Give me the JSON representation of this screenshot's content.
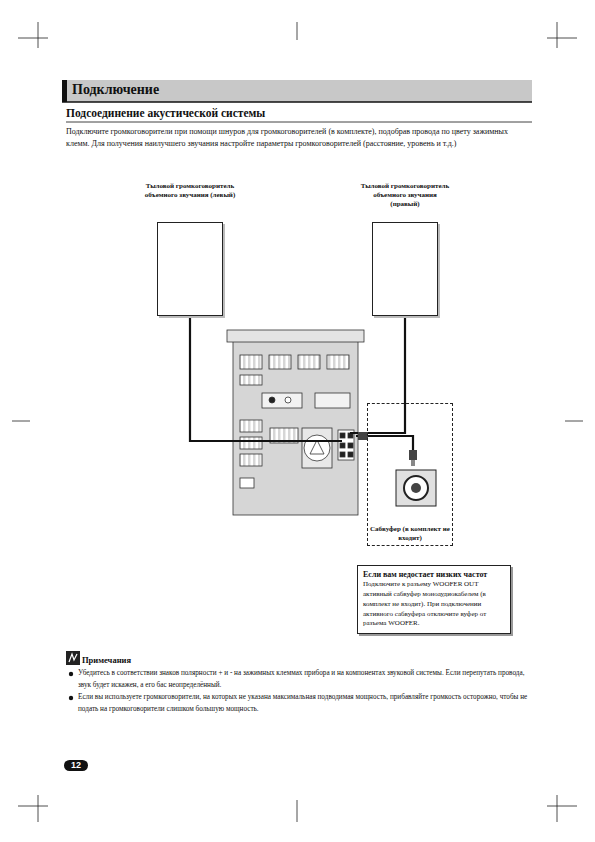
{
  "diagram": {
    "title": "Подключение",
    "nodes": [
      {
        "text": [
          "Тыловой громкоговоритель объемного звучания (левый)"
        ]
      },
      {
        "text": [
          "Тыловой громкоговоритель объемного звучания (правый)"
        ]
      },
      {
        "text": [
          "Сабвуфер (в комплект не входит)"
        ]
      },
      {
        "text": [
          "Если вам недостает низких частот",
          "Подключите к разъему WOOFER OUT активный сабвуфер моноаудиокабелем (в комплект не входит). При подключении активного сабвуфера отключите вуфер от разъема WOOFER."
        ]
      }
    ],
    "labels": [
      "Подсоединение акустической системы",
      "Подключите громкоговорители при помощи шнуров для громкоговорителей (в комплекте), подобрав провода по цвету зажимных клемм. Для получения наилучшего звучания настройте параметры громкоговорителей (расстояние, уровень и т.д.)",
      "Примечания",
      "Убедитесь в соответствии знаков полярности + и - на зажимных клеммах прибора и на компонентах звуковой системы. Если перепутать провода, звук будет искажен, а его бас неопределённый.",
      "Если вы используете громкоговорители, на которых не указана максимальная подводимая мощность, прибавляйте громкость осторожно, чтобы не подать на громкоговорители слишком большую мощность.",
      "12"
    ]
  }
}
